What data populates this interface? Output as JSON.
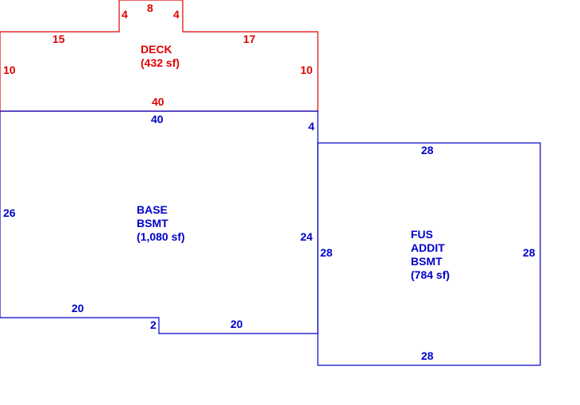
{
  "colors": {
    "deck": "#e00000",
    "basement": "#0000cc"
  },
  "deck": {
    "name": "DECK",
    "area": "(432 sf)",
    "dims": {
      "top_left_step": "4",
      "top": "8",
      "top_right_step": "4",
      "left_top": "15",
      "right_top": "17",
      "left": "10",
      "right": "10",
      "bottom": "40"
    }
  },
  "base": {
    "line1": "BASE",
    "line2": "BSMT",
    "area": "(1,080 sf)",
    "dims": {
      "top": "40",
      "right_upper": "4",
      "left": "26",
      "right_lower": "24",
      "bottom_left": "20",
      "step": "2",
      "bottom_right": "20"
    }
  },
  "addit": {
    "line1": "FUS",
    "line2": "ADDIT",
    "line3": "BSMT",
    "area": "(784 sf)",
    "dims": {
      "top": "28",
      "left": "28",
      "right": "28",
      "bottom": "28"
    }
  }
}
